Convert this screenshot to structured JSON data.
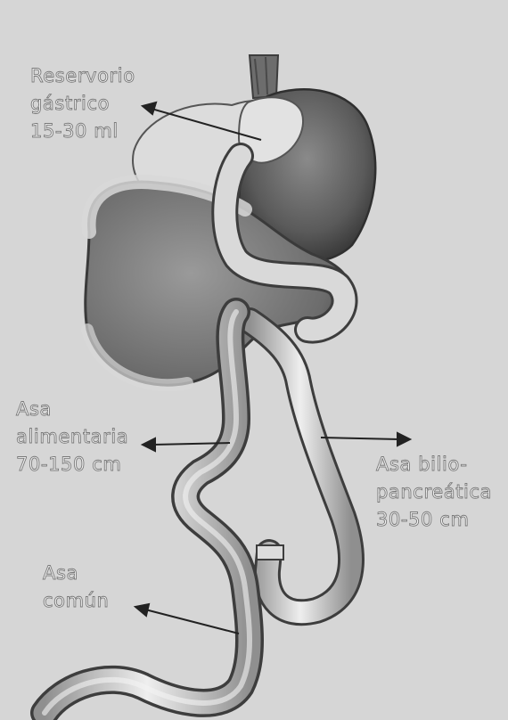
{
  "labels": {
    "reservorio": {
      "line1": "Reservorio",
      "line2": "gástrico",
      "line3": "15-30 ml"
    },
    "alimentaria": {
      "line1": "Asa",
      "line2": "alimentaria",
      "line3": "70-150 cm"
    },
    "biliopancreatica": {
      "line1": "Asa bilio-",
      "line2": "pancreática",
      "line3": "30-50 cm"
    },
    "comun": {
      "line1": "Asa",
      "line2": "común"
    }
  },
  "colors": {
    "background": "#d6d6d6",
    "tissue": "#bdbdbd",
    "stomach_dark": "#555555",
    "intestine": "#cfcfcf",
    "label_fill": "#f4f4f4"
  }
}
